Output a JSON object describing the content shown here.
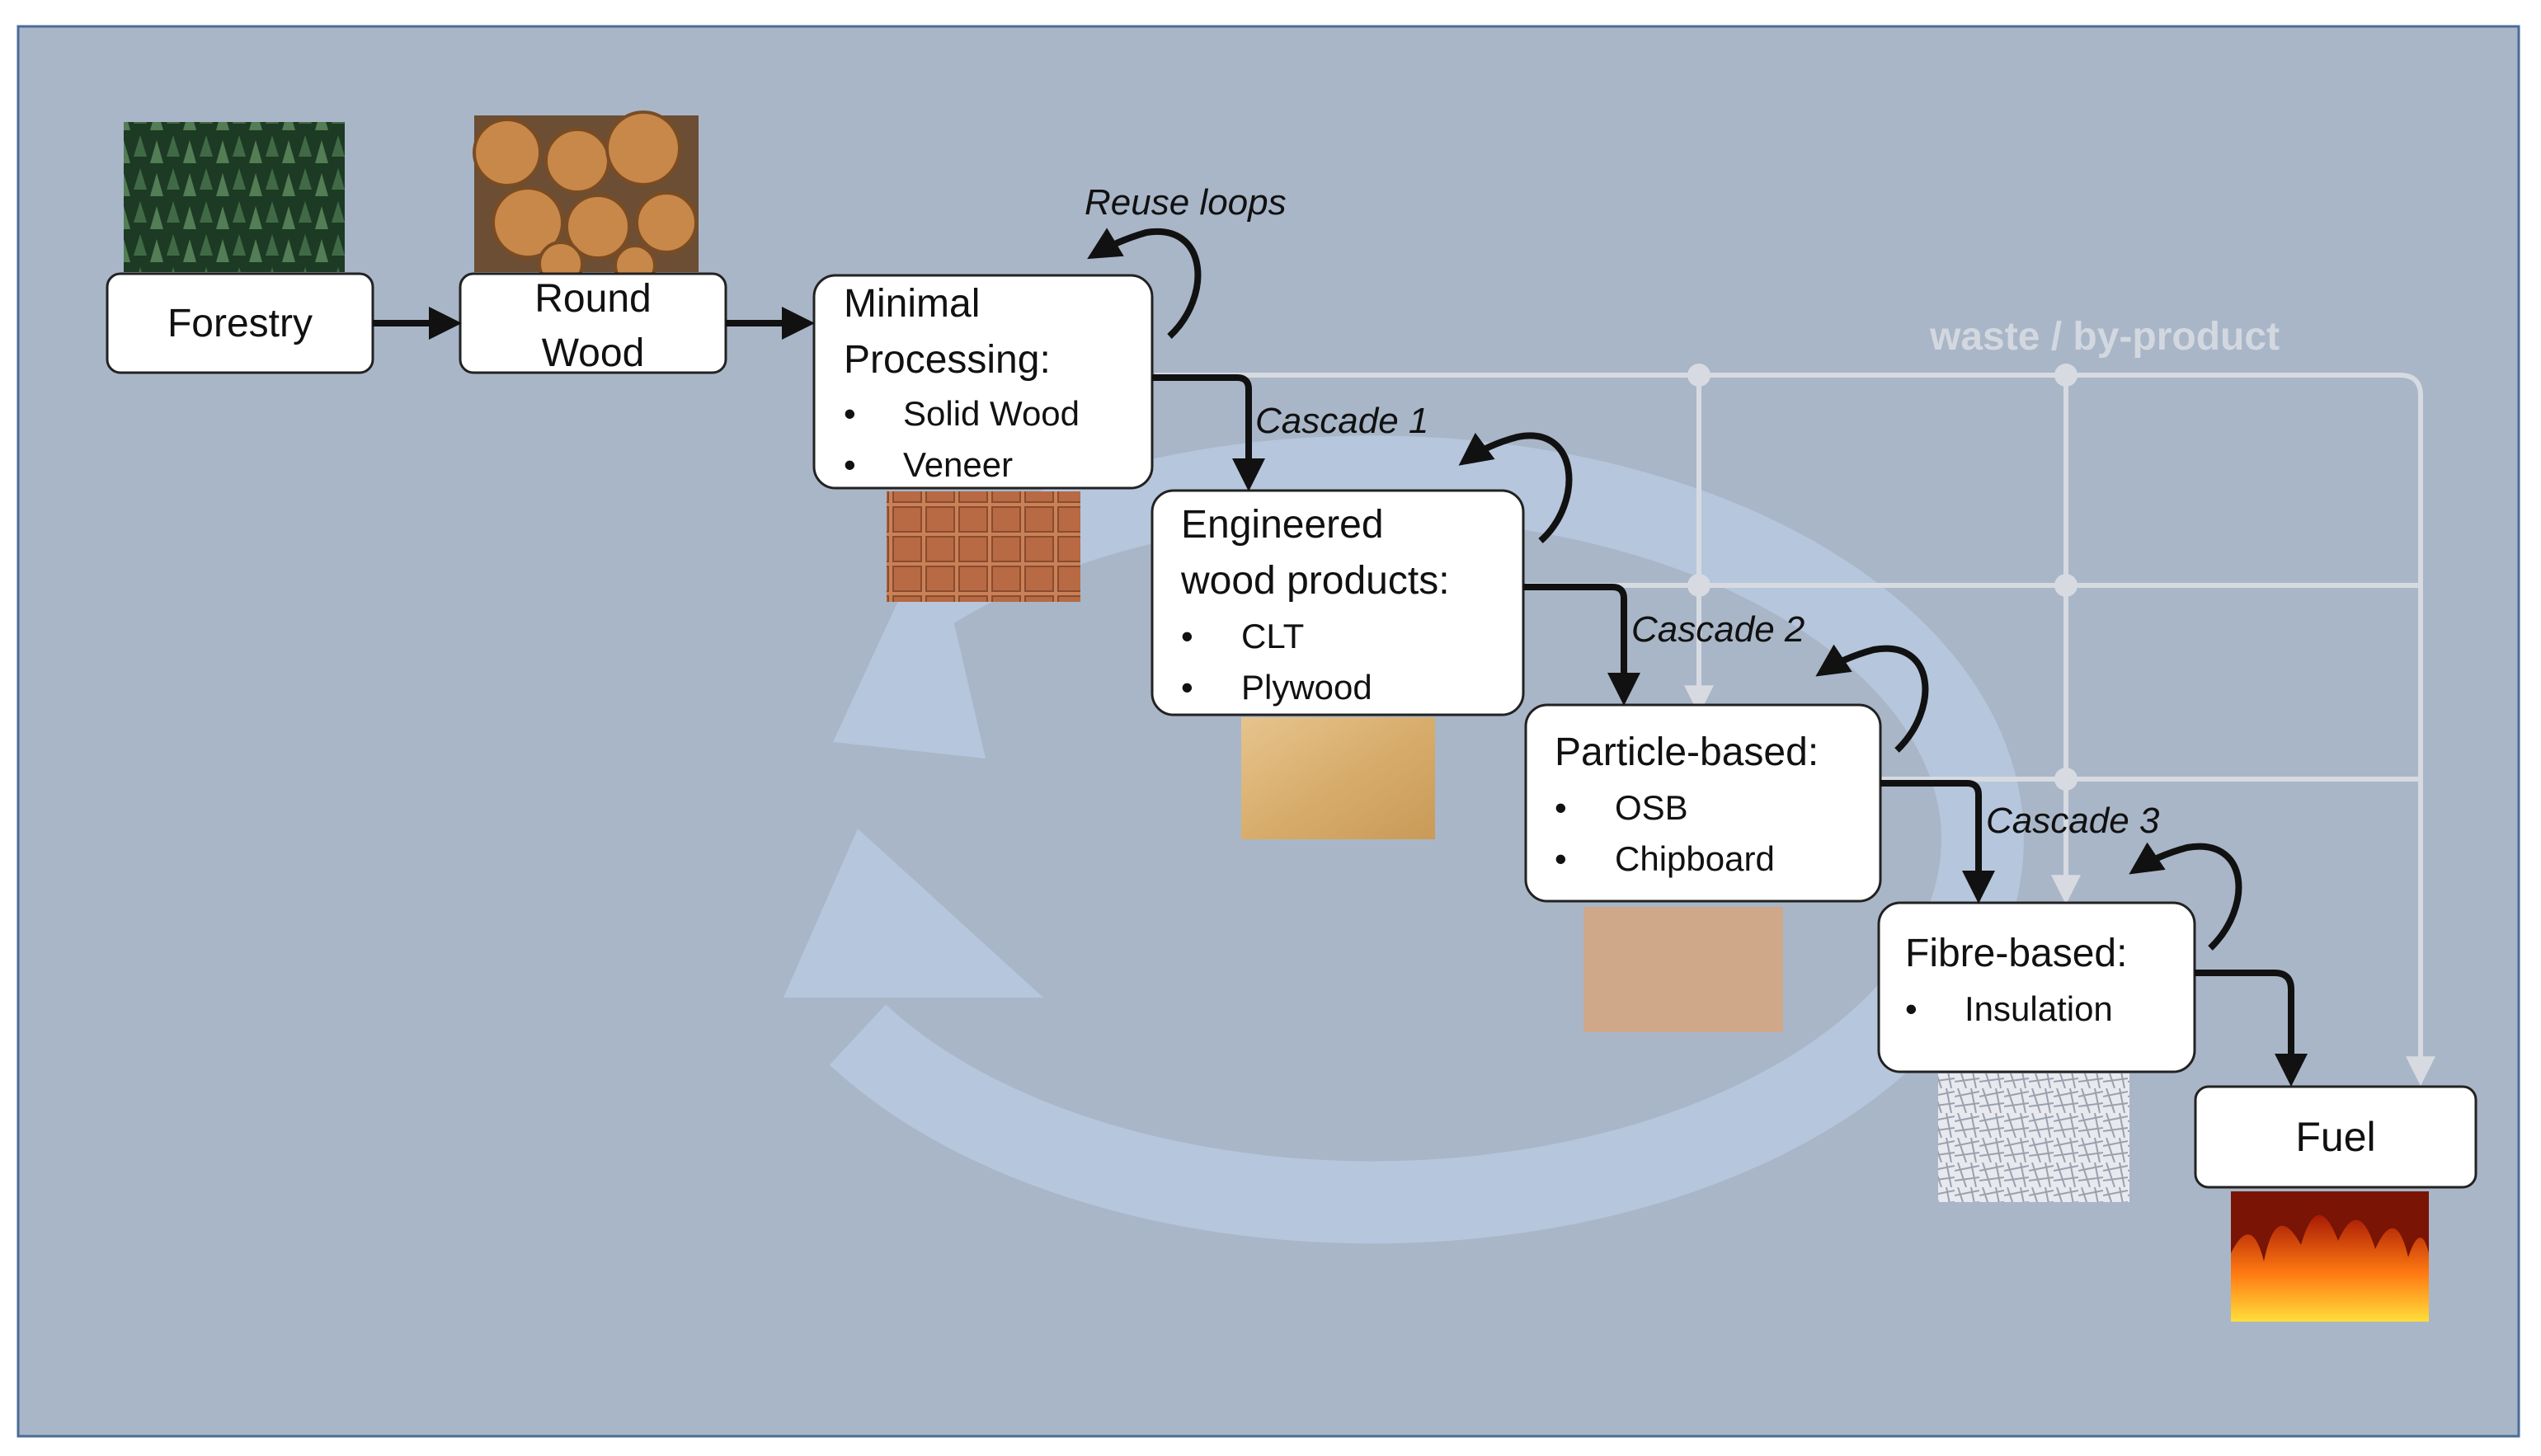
{
  "colors": {
    "panel_bg": "#a9b6c8",
    "panel_border": "#4a6c96",
    "cycle_arrow": "#b6c6dc",
    "grid_lines": "#d7dbe1",
    "flow_arrow": "#111111",
    "box_fill": "#ffffff"
  },
  "labels": {
    "waste": "waste / by-product",
    "reuse": "Reuse loops",
    "cascade1": "Cascade 1",
    "cascade2": "Cascade 2",
    "cascade3": "Cascade 3"
  },
  "stages": {
    "forestry": {
      "title_lines": [
        "Forestry"
      ],
      "image_icon": "forest-image"
    },
    "roundwood": {
      "title_lines": [
        "Round",
        "Wood"
      ],
      "image_icon": "log-pile-image"
    },
    "minimal": {
      "title_lines": [
        "Minimal",
        "Processing:"
      ],
      "bullets": [
        "Solid Wood",
        "Veneer"
      ],
      "image_icon": "lumber-stack-image"
    },
    "engineered": {
      "title_lines": [
        "Engineered",
        "wood products:"
      ],
      "bullets": [
        "CLT",
        "Plywood"
      ],
      "image_icon": "plywood-image"
    },
    "particle": {
      "title_lines": [
        "Particle-based:"
      ],
      "bullets": [
        "OSB",
        "Chipboard"
      ],
      "image_icon": "chipboard-image"
    },
    "fibre": {
      "title_lines": [
        "Fibre-based:"
      ],
      "bullets": [
        "Insulation"
      ],
      "image_icon": "fibre-insulation-image"
    },
    "fuel": {
      "title_lines": [
        "Fuel"
      ],
      "image_icon": "flames-image"
    }
  },
  "bullet_char": "•"
}
